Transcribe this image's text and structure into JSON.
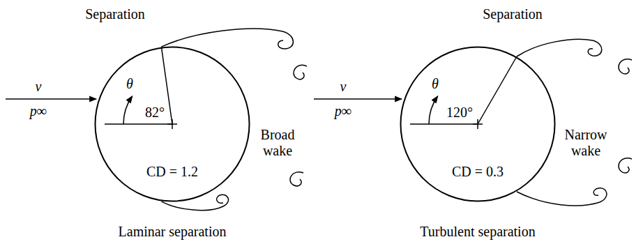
{
  "diagram": {
    "nodes": [
      {
        "text": [
          "θ",
          "82°",
          "CD = 1.2"
        ]
      },
      {
        "text": [
          "θ",
          "120°",
          "CD = 0.3"
        ]
      }
    ],
    "labels": [
      "Separation",
      "v",
      "p∞",
      "Broad wake",
      "Laminar separation",
      "Separation",
      "v",
      "p∞",
      "Narrow wake",
      "Turbulent separation"
    ]
  }
}
